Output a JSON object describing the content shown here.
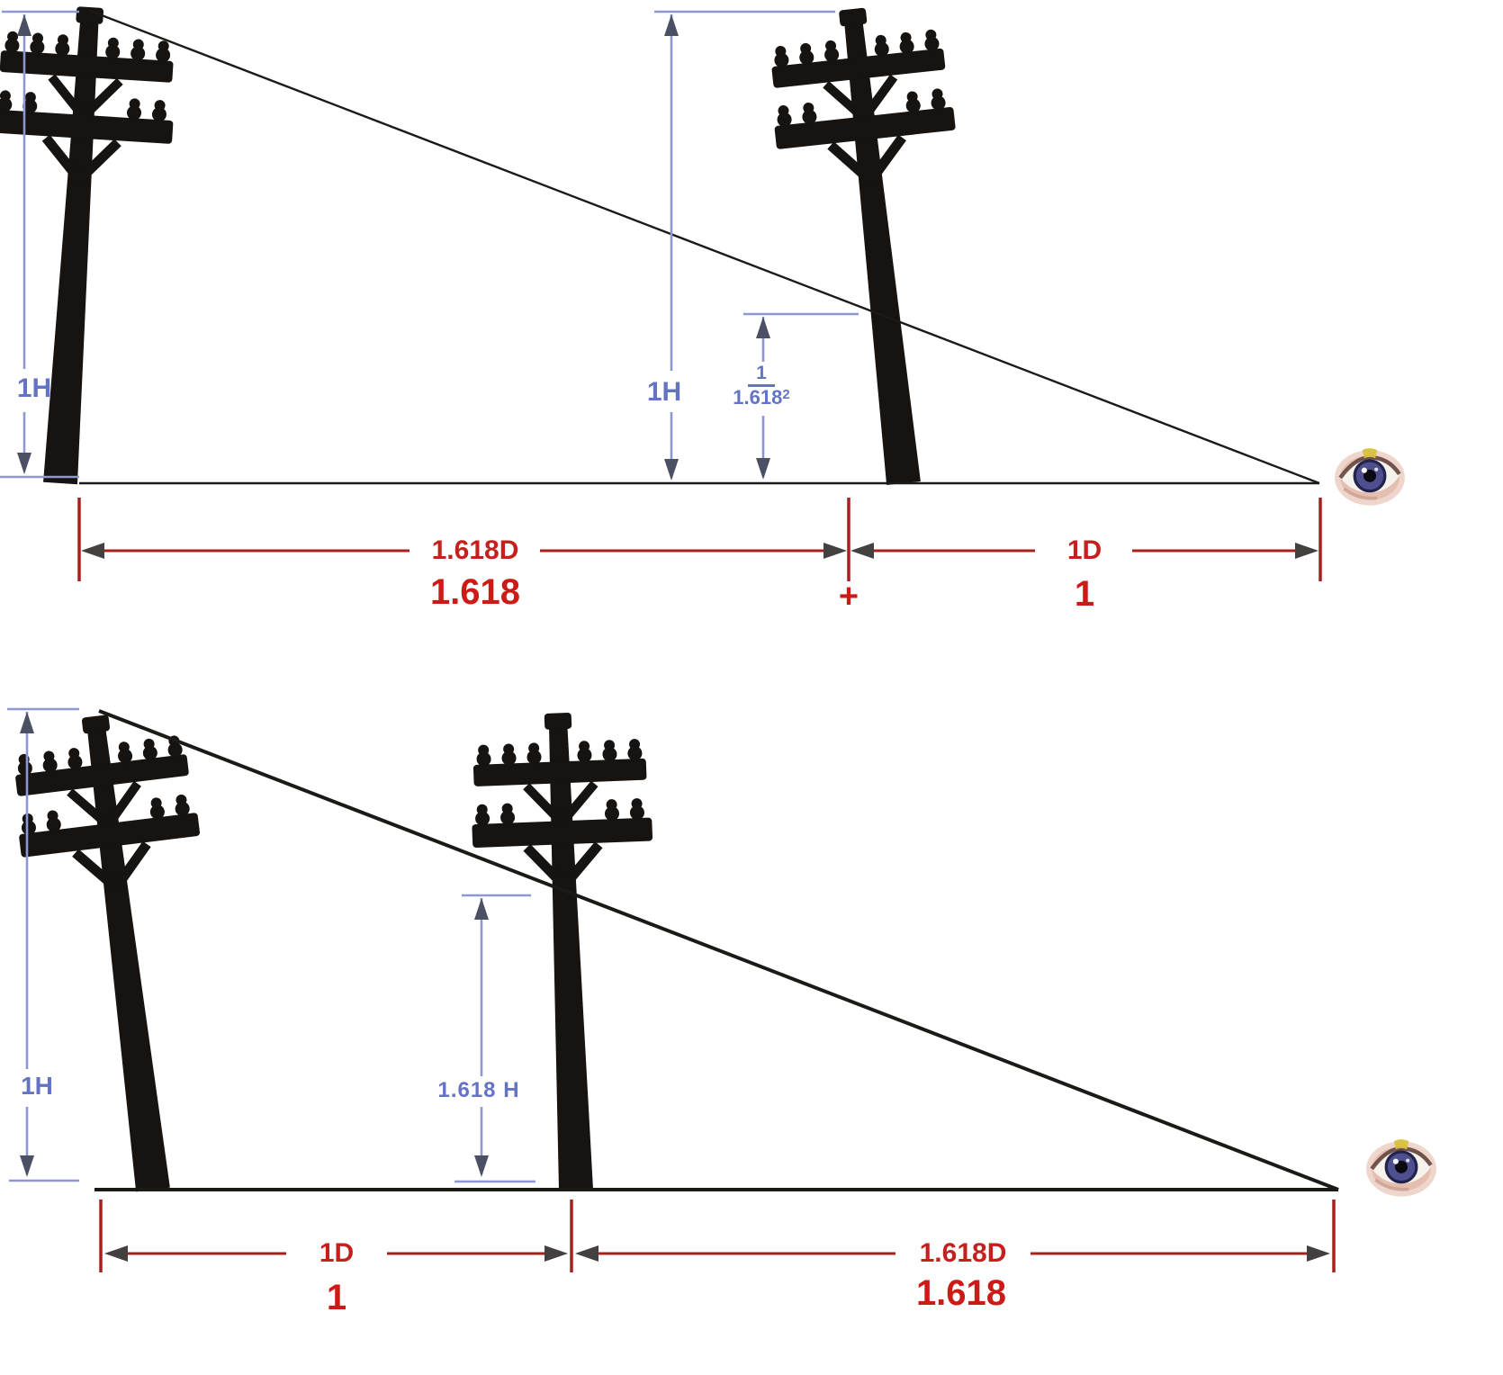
{
  "colors": {
    "background": "#ffffff",
    "ink": "#161310",
    "line_black": "#1c1a17",
    "blue_line": "#8d97d1",
    "blue_text": "#6474c4",
    "blue_arrow": "#4b5064",
    "red_line": "#a8201e",
    "red_text": "#c4201d",
    "red_bold": "#cc1a17",
    "red_arrow": "#454040",
    "iris_blue": "#4e4f8f"
  },
  "top_diagram": {
    "far_pole_height_label": "1H",
    "near_pole_height_label": "1H",
    "fraction": {
      "numerator": "1",
      "denominator": "1.618",
      "exponent": "2"
    },
    "far_distance_label": "1.618D",
    "near_distance_label": "1D",
    "far_ratio_value": "1.618",
    "plus_sign": "+",
    "near_ratio_value": "1"
  },
  "bottom_diagram": {
    "far_pole_height_label": "1H",
    "apparent_height_label": "1.618 H",
    "near_distance_label": "1D",
    "far_distance_label": "1.618D",
    "near_ratio_value": "1",
    "far_ratio_value": "1.618"
  }
}
